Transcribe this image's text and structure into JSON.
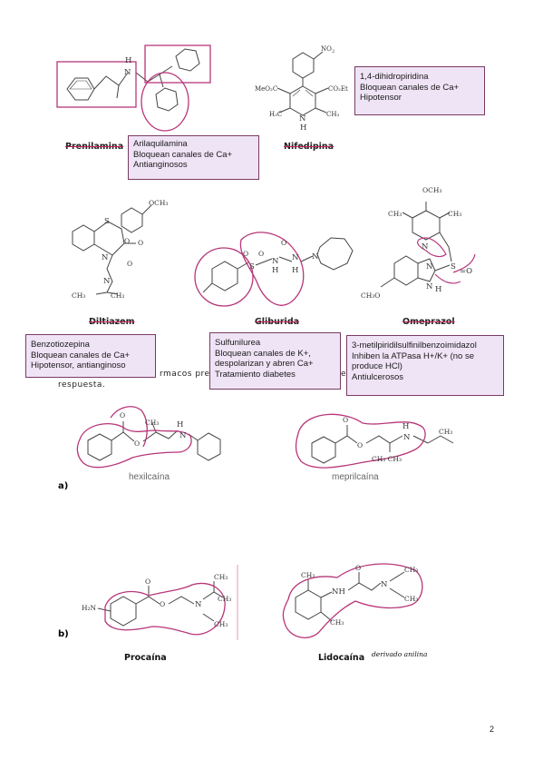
{
  "drugs": {
    "prenilamina": {
      "name": "Prenilamina",
      "box": [
        "Arilaquilamina",
        "Bloquean canales de Ca+",
        "Antianginosos"
      ]
    },
    "nifedipina": {
      "name": "Nifedipina",
      "box": [
        "1,4-dihidropiridina",
        "Bloquean canales de Ca+",
        "Hipotensor"
      ]
    },
    "diltiazem": {
      "name": "Diltiazem",
      "box": [
        "Benzotiozepina",
        "Bloquean canales de Ca+",
        "Hipotensor, antianginoso"
      ]
    },
    "gliburida": {
      "name": "Gliburida",
      "box": [
        "Sulfunilurea",
        "Bloquean canales de K+,",
        "despolarizan y abren Ca+",
        "Tratamiento diabetes"
      ]
    },
    "omeprazol": {
      "name": "Omeprazol",
      "box": [
        "3-metilpiridilsulfinilbenzoimidazol",
        "Inhiben la ATPasa H+/K+ (no se",
        "produce HCl)",
        "Antiulcerosos"
      ]
    }
  },
  "question": {
    "fragment": "rmacos pre",
    "letter": "e",
    "respuesta": "respuesta."
  },
  "part_a": {
    "label": "a)",
    "left": "hexilcaína",
    "right": "meprilcaína"
  },
  "part_b": {
    "label": "b)",
    "left": "Procaína",
    "right": "Lidocaína",
    "handwritten": "derivado anilina"
  },
  "page_number": "2"
}
